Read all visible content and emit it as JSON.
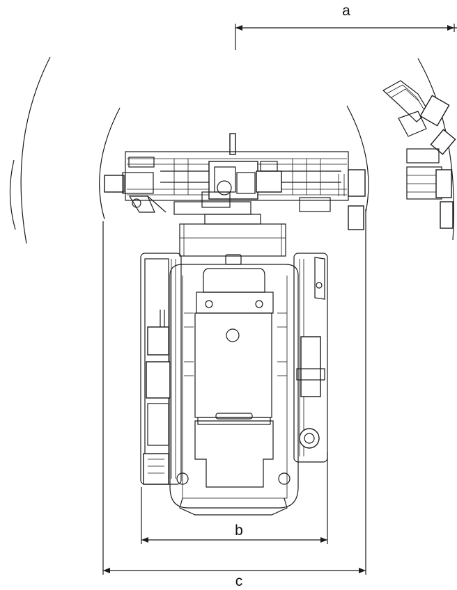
{
  "dimensions": {
    "a": "a",
    "b": "b",
    "c": "c"
  },
  "colors": {
    "line": "#1a1a1a",
    "background": "#ffffff"
  }
}
